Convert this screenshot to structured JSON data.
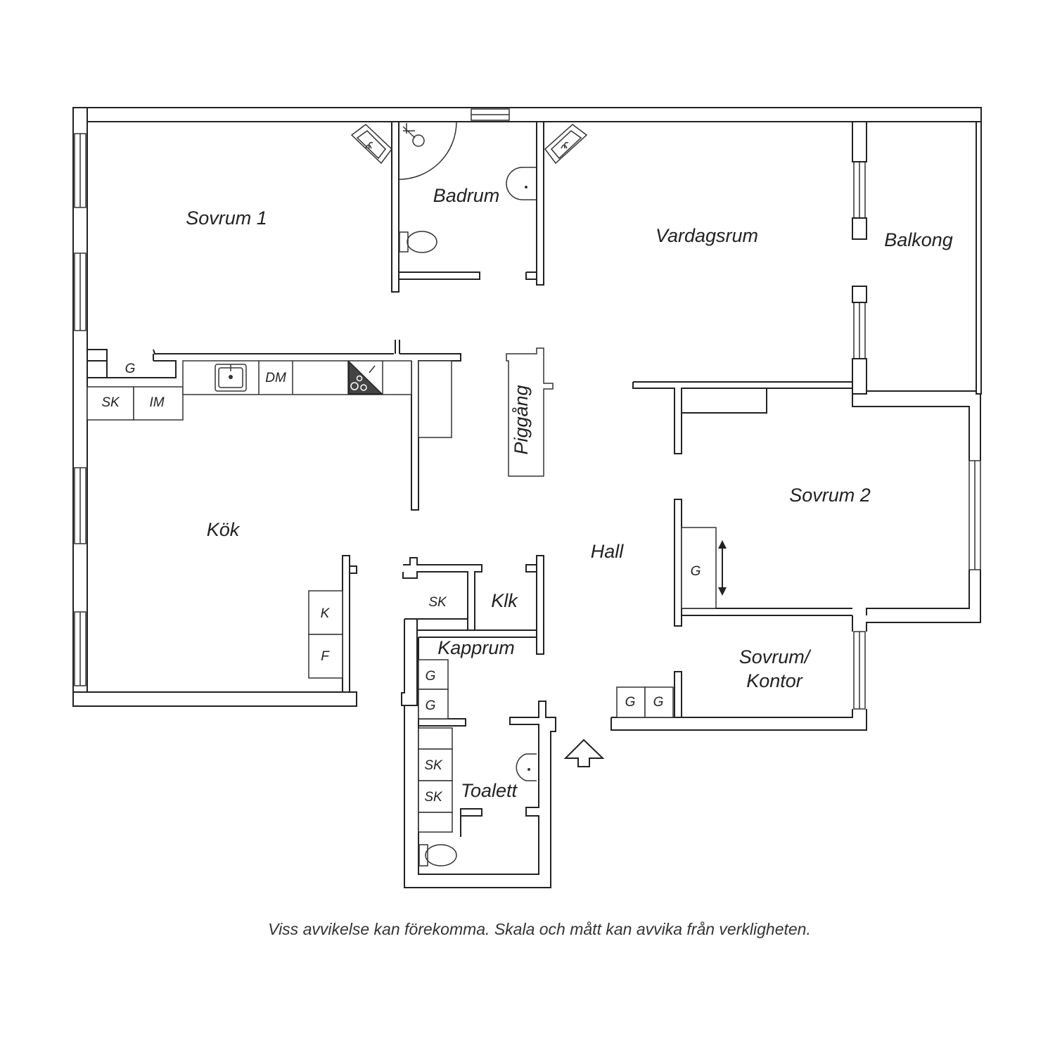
{
  "rooms": {
    "sovrum1": "Sovrum 1",
    "badrum": "Badrum",
    "vardagsrum": "Vardagsrum",
    "balkong": "Balkong",
    "kok": "Kök",
    "piggang": "Piggång",
    "hall": "Hall",
    "sovrum2": "Sovrum 2",
    "klk": "Klk",
    "kapprum": "Kapprum",
    "sovrum_kontor_line1": "Sovrum/",
    "sovrum_kontor_line2": "Kontor",
    "toalett": "Toalett"
  },
  "fixtures": {
    "g_kitchen": "G",
    "sk_kitchen": "SK",
    "im_kitchen": "IM",
    "dm_kitchen": "DM",
    "k_kitchen": "K",
    "f_kitchen": "F",
    "g_sovrum2": "G",
    "sk_hall": "SK",
    "g_kapprum_1": "G",
    "g_kapprum_2": "G",
    "g_kontor_1": "G",
    "g_kontor_2": "G",
    "sk_toalett_1": "SK",
    "sk_toalett_2": "SK"
  },
  "disclaimer": "Viss avvikelse kan förekomma. Skala och mått kan avvika från verkligheten.",
  "icons": [
    "sink-icon",
    "stove-icon",
    "toilet-icon",
    "washbasin-icon",
    "shower-icon",
    "fireplace-icon",
    "entrance-arrow-icon",
    "sliding-door-arrow-icon"
  ]
}
